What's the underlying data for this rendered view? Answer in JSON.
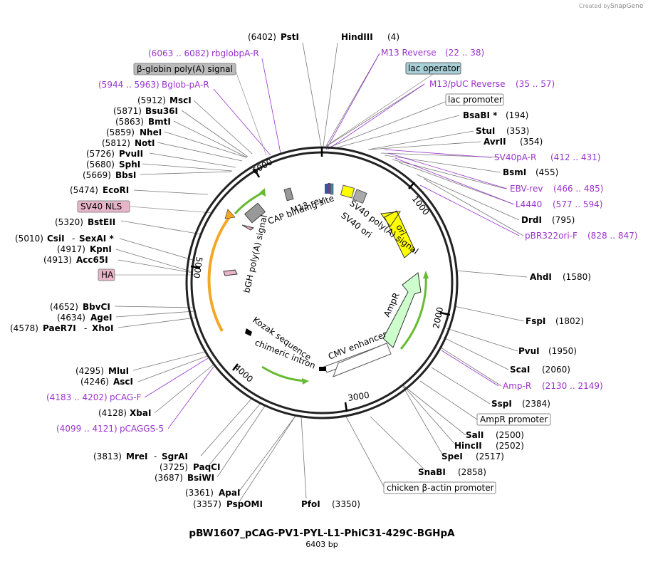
{
  "watermark": {
    "created_by": "Created by",
    "brand": "SnapGene"
  },
  "plasmid": {
    "name": "pBW1607_pCAG-PV1-PYL-L1-PhiC31-429C-BGHpA",
    "length": "6403 bp",
    "ticks": [
      "1000",
      "2000",
      "3000",
      "4000",
      "5000",
      "6000"
    ]
  },
  "colors": {
    "primer": "#9933cc",
    "ori": "#ffff00",
    "ampr": "#ccffcc",
    "bgh": "#f5a623",
    "nls": "#e8b4c8",
    "lac_op": "#a7d0d8",
    "bglobin": "#bbbbbb"
  },
  "site_labels": [
    {
      "pos": "(6402)",
      "name": "PstI"
    },
    {
      "name": "HindIII",
      "pos": "(4)"
    },
    {
      "name": "BsaBI *",
      "pos": "(194)"
    },
    {
      "name": "StuI",
      "pos": "(353)"
    },
    {
      "name": "AvrII",
      "pos": "(354)"
    },
    {
      "name": "BsmI",
      "pos": "(455)"
    },
    {
      "name": "DrdI",
      "pos": "(795)"
    },
    {
      "name": "AhdI",
      "pos": "(1580)"
    },
    {
      "name": "FspI",
      "pos": "(1802)"
    },
    {
      "name": "PvuI",
      "pos": "(1950)"
    },
    {
      "name": "ScaI",
      "pos": "(2060)"
    },
    {
      "name": "SspI",
      "pos": "(2384)"
    },
    {
      "name": "SalI",
      "pos": "(2500)"
    },
    {
      "name": "HincII",
      "pos": "(2502)"
    },
    {
      "name": "SpeI",
      "pos": "(2517)"
    },
    {
      "name": "SnaBI",
      "pos": "(2858)"
    },
    {
      "name": "PfoI",
      "pos": "(3350)"
    },
    {
      "pos": "(3361)",
      "name": "ApaI"
    },
    {
      "pos": "(3357)",
      "name": "PspOMI"
    },
    {
      "pos": "(3687)",
      "name": "BsiWI"
    },
    {
      "pos": "(3725)",
      "name": "PaqCI"
    },
    {
      "pos": "(3813)",
      "name": "MreI",
      "extra": "SgrAI"
    },
    {
      "pos": "(4128)",
      "name": "XbaI"
    },
    {
      "pos": "(4246)",
      "name": "AscI"
    },
    {
      "pos": "(4295)",
      "name": "MluI"
    },
    {
      "pos": "(4578)",
      "name": "PaeR7I",
      "extra": "XhoI"
    },
    {
      "pos": "(4634)",
      "name": "AgeI"
    },
    {
      "pos": "(4652)",
      "name": "BbvCI"
    },
    {
      "pos": "(4913)",
      "name": "Acc65I"
    },
    {
      "pos": "(4917)",
      "name": "KpnI"
    },
    {
      "pos": "(5010)",
      "name": "CsiI",
      "extra": "SexAI *"
    },
    {
      "pos": "(5320)",
      "name": "BstEII"
    },
    {
      "pos": "(5474)",
      "name": "EcoRI"
    },
    {
      "pos": "(5669)",
      "name": "BbsI"
    },
    {
      "pos": "(5680)",
      "name": "SphI"
    },
    {
      "pos": "(5726)",
      "name": "PvuII"
    },
    {
      "pos": "(5812)",
      "name": "NotI"
    },
    {
      "pos": "(5859)",
      "name": "NheI"
    },
    {
      "pos": "(5863)",
      "name": "BmtI"
    },
    {
      "pos": "(5871)",
      "name": "Bsu36I"
    },
    {
      "pos": "(5912)",
      "name": "MscI"
    }
  ],
  "primer_labels": [
    {
      "pos": "(6063 .. 6082)",
      "name": "rbglobpA-R"
    },
    {
      "pos": "(5944 .. 5963)",
      "name": "Bglob-pA-R"
    },
    {
      "name": "M13 Reverse",
      "pos": "(22 .. 38)"
    },
    {
      "name": "M13/pUC Reverse",
      "pos": "(35 .. 57)"
    },
    {
      "name": "SV40pA-R",
      "pos": "(412 .. 431)"
    },
    {
      "name": "EBV-rev",
      "pos": "(466 .. 485)"
    },
    {
      "name": "L4440",
      "pos": "(577 .. 594)"
    },
    {
      "name": "pBR322ori-F",
      "pos": "(828 .. 847)"
    },
    {
      "name": "Amp-R",
      "pos": "(2130 .. 2149)"
    },
    {
      "pos": "(4183 .. 4202)",
      "name": "pCAG-F"
    },
    {
      "pos": "(4099 .. 4121)",
      "name": "pCAGGS-5"
    }
  ],
  "boxed_labels": [
    "β-globin poly(A) signal",
    "lac operator",
    "lac promoter",
    "SV40 NLS",
    "HA",
    "AmpR promoter",
    "chicken β-actin promoter"
  ],
  "feature_labels": [
    "M13 rev",
    "CAP binding site",
    "SV40 poly(A) signal",
    "SV40 ori",
    "ori",
    "AmpR",
    "CMV enhancer",
    "chimeric intron",
    "Kozak sequence",
    "bGH poly(A) signal"
  ]
}
